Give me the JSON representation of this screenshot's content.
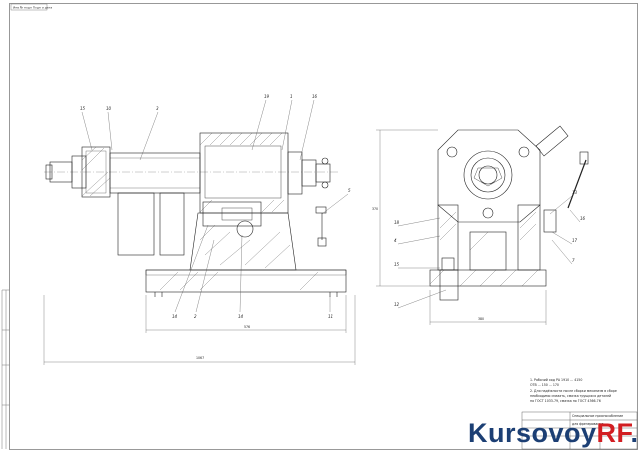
{
  "stamp_top_left": "Инв № подл  Подп и дата",
  "dims": {
    "left_total": "1067",
    "left_inner": "576",
    "right_height": "370",
    "right_width": "380"
  },
  "notes": {
    "line1": "1. Рабочий ход  PА  1910 ... 4150",
    "line2": "     ОТВ  ... 150 ... 170",
    "line3": "2. Для надёжности после сборки механизм в сборе",
    "line4": "необходимо смазать, смазка трущихся деталей",
    "line5": "по ГОСТ 1033-79, смазка по ГОСТ 4366-76"
  },
  "title_block": {
    "line1": "Специальное приспособление",
    "line2": "для фрезерования"
  },
  "watermark": {
    "part1": "Kursovoy",
    "part2": "RF",
    "part3": ".ru"
  }
}
